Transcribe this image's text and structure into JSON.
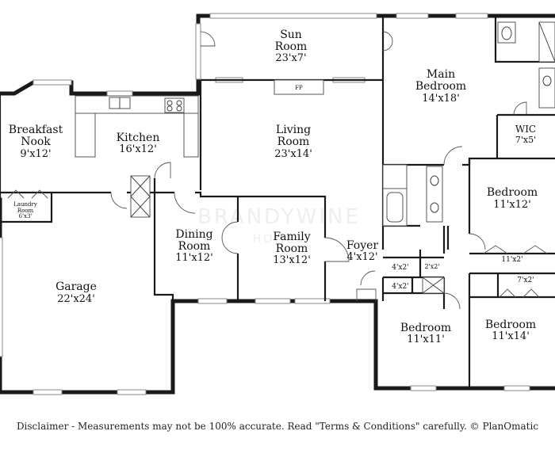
{
  "rooms": {
    "sun_room": {
      "name": "Sun\nRoom",
      "dim": "23'x7'"
    },
    "main_bedroom": {
      "name": "Main\nBedroom",
      "dim": "14'x18'"
    },
    "breakfast_nook": {
      "name": "Breakfast\nNook",
      "dim": "9'x12'"
    },
    "kitchen": {
      "name": "Kitchen",
      "dim": "16'x12'"
    },
    "living_room": {
      "name": "Living\nRoom",
      "dim": "23'x14'"
    },
    "wic": {
      "name": "WIC",
      "dim": "7'x5'"
    },
    "bedroom_2": {
      "name": "Bedroom",
      "dim": "11'x12'"
    },
    "laundry_room": {
      "name": "Laundry\nRoom",
      "dim": "6'x3'"
    },
    "dining_room": {
      "name": "Dining\nRoom",
      "dim": "11'x12'"
    },
    "family_room": {
      "name": "Family\nRoom",
      "dim": "13'x12'"
    },
    "foyer": {
      "name": "Foyer",
      "dim": "4'x12'"
    },
    "garage": {
      "name": "Garage",
      "dim": "22'x24'"
    },
    "bedroom_3": {
      "name": "Bedroom",
      "dim": "11'x11'"
    },
    "bedroom_4": {
      "name": "Bedroom",
      "dim": "11'x14'"
    }
  },
  "small_labels": {
    "fireplace": "FP",
    "closet_a": "4'x2'",
    "closet_b": "2'x2'",
    "closet_c": "4'x2'",
    "closet_d": "11'x2'",
    "closet_e": "7'x2'"
  },
  "watermark": {
    "line1": "BRANDYWINE",
    "line2": "HOMES"
  },
  "disclaimer": "Disclaimer - Measurements may not be 100% accurate. Read \"Terms & Conditions\" carefully. © PlanOmatic"
}
